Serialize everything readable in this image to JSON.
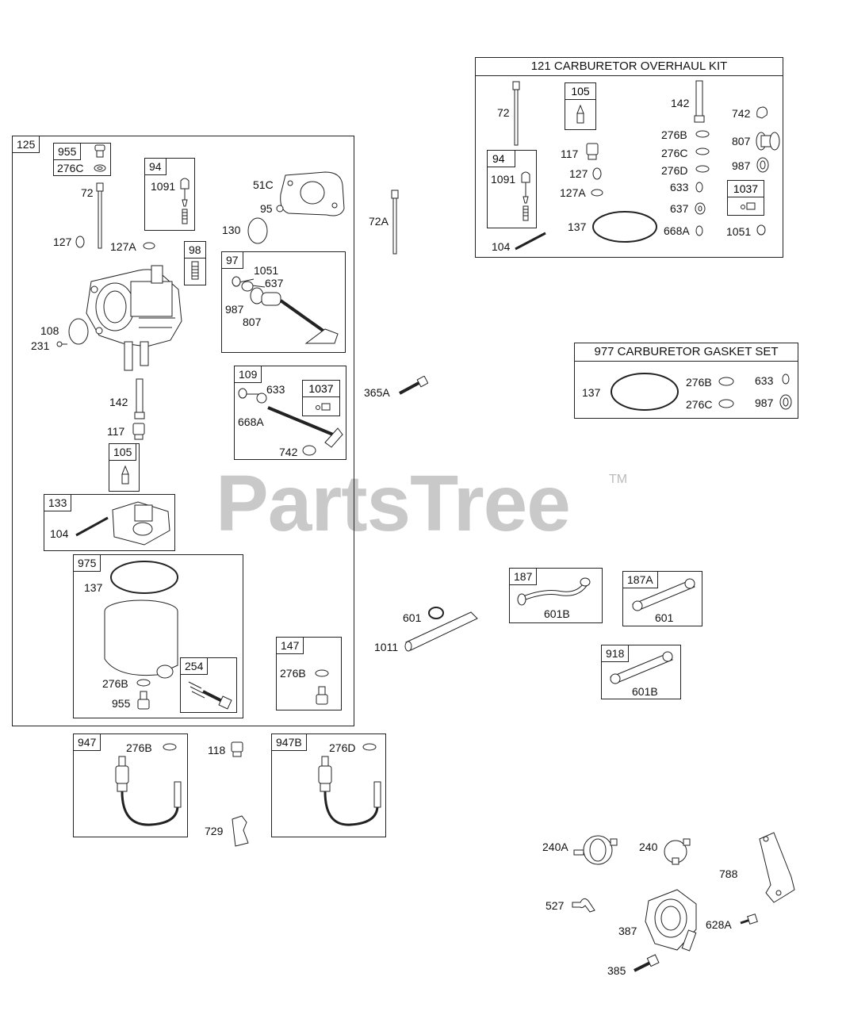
{
  "watermark": {
    "brand": "PartsTree",
    "tm": "TM"
  },
  "kits": {
    "overhaul_title": "121 CARBURETOR OVERHAUL KIT",
    "gasket_title": "977 CARBURETOR GASKET SET"
  },
  "groups": {
    "g125": "125",
    "g955": "955",
    "g94": "94",
    "g98": "98",
    "g97": "97",
    "g109": "109",
    "g1037": "1037",
    "g105": "105",
    "g133": "133",
    "g975": "975",
    "g254": "254",
    "g147": "147",
    "g947": "947",
    "g947b": "947B",
    "g187": "187",
    "g187a": "187A",
    "g918": "918",
    "k94": "94",
    "k105": "105",
    "k1037": "1037"
  },
  "labels": {
    "l276c_a": "276C",
    "l1091_a": "1091",
    "l51c": "51C",
    "l95": "95",
    "l72": "72",
    "l127": "127",
    "l127a": "127A",
    "l130": "130",
    "l1051_a": "1051",
    "l637_a": "637",
    "l987_a": "987",
    "l807_a": "807",
    "l108": "108",
    "l231": "231",
    "l142": "142",
    "l117": "117",
    "l633_a": "633",
    "l668a_a": "668A",
    "l742_a": "742",
    "l104": "104",
    "l137": "137",
    "l276b_a": "276B",
    "l955": "955",
    "l276b_b": "276B",
    "l72a": "72A",
    "l365a": "365A",
    "l601": "601",
    "l1011": "1011",
    "l601b_a": "601B",
    "l601_b": "601",
    "l601b_b": "601B",
    "l276b_c": "276B",
    "l118": "118",
    "l276d_a": "276D",
    "l729": "729",
    "k72": "72",
    "k1091": "1091",
    "k117": "117",
    "k127": "127",
    "k127a": "127A",
    "k104": "104",
    "k137": "137",
    "k142": "142",
    "k742": "742",
    "k276b": "276B",
    "k276c": "276C",
    "k276d": "276D",
    "k807": "807",
    "k987": "987",
    "k633": "633",
    "k637": "637",
    "k668a": "668A",
    "k1051": "1051",
    "gs137": "137",
    "gs276b": "276B",
    "gs276c": "276C",
    "gs633": "633",
    "gs987": "987",
    "l240a": "240A",
    "l240": "240",
    "l788": "788",
    "l527": "527",
    "l387": "387",
    "l628a": "628A",
    "l385": "385"
  }
}
